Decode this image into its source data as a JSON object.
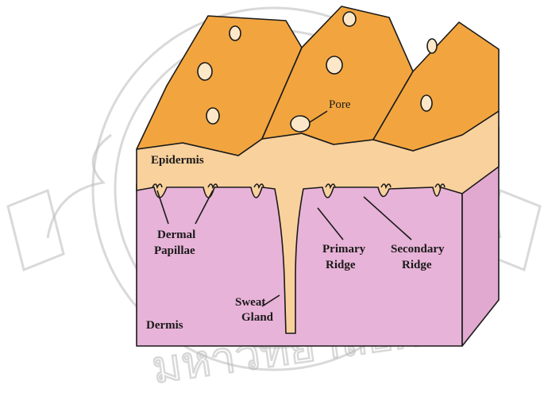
{
  "diagram": {
    "labels": {
      "pore": "Pore",
      "epidermis": "Epidermis",
      "dermal_papillae": [
        "Dermal",
        "Papillae"
      ],
      "primary_ridge": [
        "Primary",
        "Ridge"
      ],
      "secondary_ridge": [
        "Secondary",
        "Ridge"
      ],
      "sweat_gland": [
        "Sweat",
        "Gland"
      ],
      "dermis": "Dermis"
    },
    "watermark_text": "มหาวิทยาลัยศ",
    "colors": {
      "ridge_top": "#f2a53f",
      "epidermis": "#f9d19d",
      "dermis": "#e8b3d8",
      "outline": "#1a1a1a",
      "watermark": "#b9b9b9"
    }
  }
}
